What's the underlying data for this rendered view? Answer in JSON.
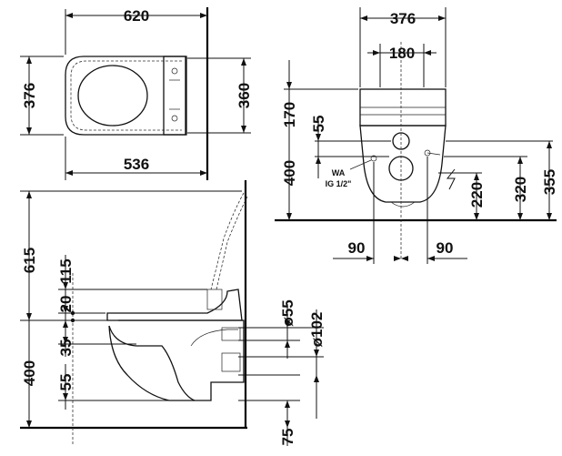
{
  "top_view": {
    "width_outer": "620",
    "depth_outer": "376",
    "depth_inner": "360",
    "width_inner": "536"
  },
  "rear_view": {
    "width_total": "376",
    "width_inner": "180",
    "height_top": "170",
    "hole_distance": "55",
    "height_upper": "400",
    "label_wa": "WA",
    "label_ig": "IG 1/2\"",
    "dim_220": "220",
    "dim_320": "320",
    "dim_355": "355",
    "offset_left": "90",
    "offset_right": "90"
  },
  "side_view": {
    "height_615": "615",
    "dim_115": "115",
    "dim_20": "20",
    "dim_35": "35",
    "height_400": "400",
    "dim_55": "55",
    "dia_55": "ø55",
    "dia_102": "ø102",
    "dim_75": "75"
  }
}
